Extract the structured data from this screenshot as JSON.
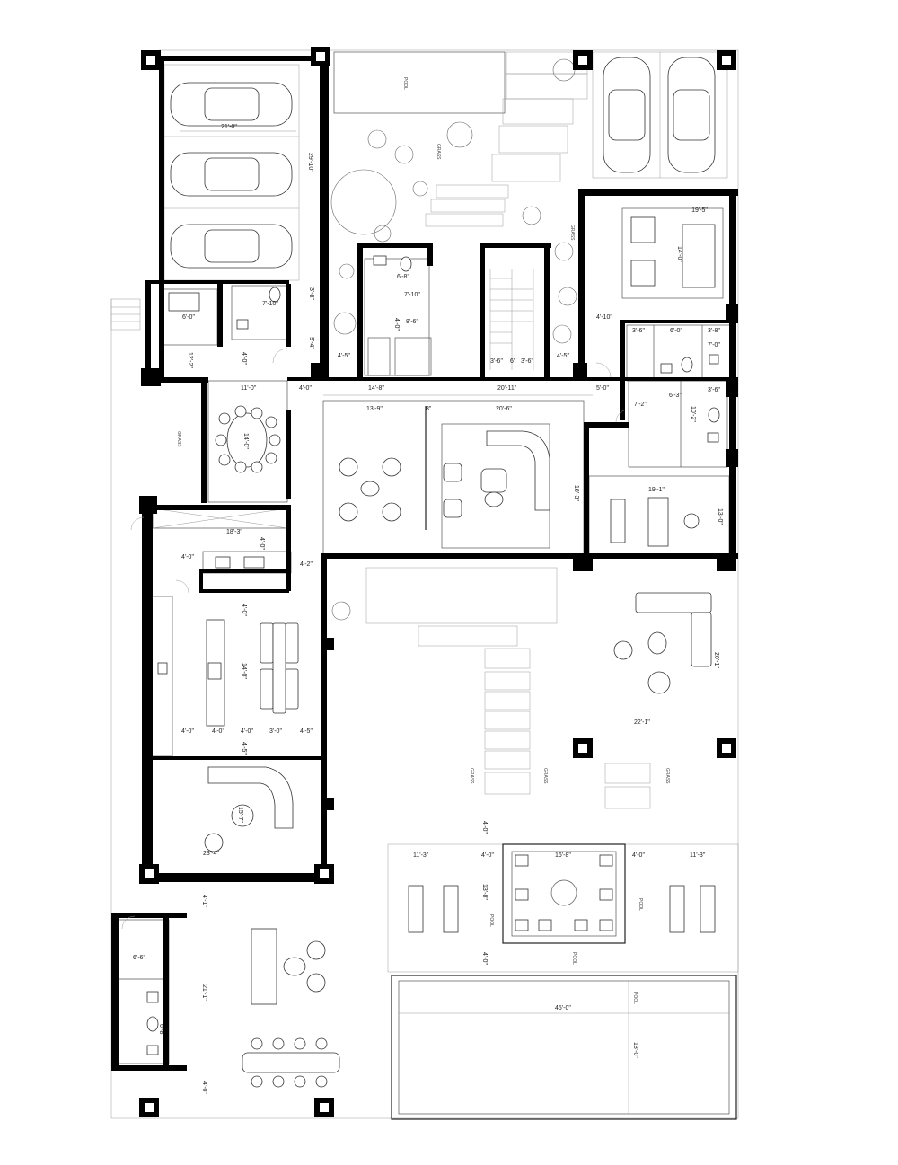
{
  "labels": {
    "pool_top": "POOL",
    "grass_top": "GRASS",
    "grass_right_tower": "GRASS",
    "grass_west": "GRASS",
    "grass_court_1": "GRASS",
    "grass_court_2": "GRASS",
    "grass_court_3": "GRASS",
    "pool_side_right": "POOL",
    "pool_side_left": "POOL",
    "pool_bottom": "POOL",
    "pool_main": "POOL"
  },
  "dimensions": {
    "garage_w": "21'-0\"",
    "garage_h": "29'-10\"",
    "office_w": "19'-5\"",
    "office_h": "14'-0\"",
    "office_lower": "4'-10\"",
    "bath_c1": "3'-6\"",
    "bath_c2": "6'-0\"",
    "bath_c3": "3'-8\"",
    "bath_c4": "7'-0\"",
    "ctr_a": "6'-8\"",
    "ctr_b": "7'-10\"",
    "ctr_c": "4'-0\"",
    "ctr_d": "8'-6\"",
    "ctr_e": "4'-5\"",
    "stair_a": "3'-6\"",
    "stair_b": "6\"",
    "stair_c": "3'-6\"",
    "stair_d": "4'-5\"",
    "maid_w": "6'-0\"",
    "maid_h": "12'-2\"",
    "maid_bath": "7'-10\"",
    "maid_a": "3'-8\"",
    "maid_b": "4'-0\"",
    "maid_c": "9'-4\"",
    "dining_w": "11'-0\"",
    "dining_h": "14'-0\"",
    "door_a": "4'-0\"",
    "corr_a": "14'-8\"",
    "corr_b": "20'-11\"",
    "corr_c": "5'-0\"",
    "living_a": "13'-9\"",
    "living_b": "8\"",
    "living_c": "20'-6\"",
    "living_h": "18'-3\"",
    "gym_a": "6'-3\"",
    "gym_b": "7'-2\"",
    "gym_c": "10'-2\"",
    "gym_d": "3'-6\"",
    "gym_w": "19'-1\"",
    "gym_h": "13'-0\"",
    "pantry_w": "18'-3\"",
    "pantry_h": "4'-0\"",
    "pantry_b": "4'-0\"",
    "pantry_c": "4'-2\"",
    "kitchen_a": "4'-0\"",
    "kitchen_h": "14'-0\"",
    "k1": "4'-0\"",
    "k2": "4'-0\"",
    "k3": "4'-0\"",
    "k4": "3'-0\"",
    "k5": "4'-5\"",
    "k6": "4'-5\"",
    "family_a": "15'-7\"",
    "family_w": "23'-4\"",
    "lounge_w": "22'-1\"",
    "lounge_h": "20'-1\"",
    "pool_a": "4'-0\"",
    "pool_b": "11'-3\"",
    "pool_c": "4'-0\"",
    "pool_d": "16'-8\"",
    "pool_e": "4'-0\"",
    "pool_f": "11'-3\"",
    "pool_g": "13'-8\"",
    "pool_h": "4'-0\"",
    "main_pool_w": "45'-0\"",
    "main_pool_h": "18'-0\"",
    "annex_a": "6'-6\"",
    "annex_b": "4'-1\"",
    "annex_c": "21'-1\"",
    "annex_d": "6'-8\"",
    "annex_e": "4'-0\""
  }
}
